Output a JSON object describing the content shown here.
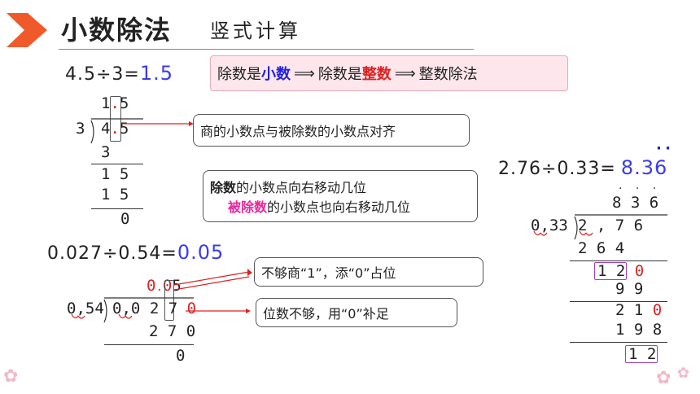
{
  "header": {
    "title": "小数除法",
    "subtitle": "竖式计算"
  },
  "rule_box": {
    "p1": "除数是",
    "p1b": "小数",
    "p2": "除数是",
    "p2b": "整数",
    "p3": "整数除法"
  },
  "ex1": {
    "equation": "4.5÷3=",
    "answer": "1.5",
    "quotient_1": "1",
    "quotient_dot": ".",
    "quotient_2": "5",
    "divisor": "3",
    "dividend_1": "4",
    "dividend_dot": ".",
    "dividend_2": "5",
    "step1": "3",
    "step2": "1 5",
    "step3": "1 5",
    "remainder": "0",
    "note": "商的小数点与被除数的小数点对齐"
  },
  "note2": {
    "line1_b": "除数",
    "line1": "的小数点向右移动几位",
    "line2_b": "被除数",
    "line2": "的小数点也向右移动几位"
  },
  "ex2": {
    "equation": "0.027÷0.54=",
    "answer": "0.05",
    "q_0a": "0",
    "q_0b": "0",
    "q_5": "5",
    "q_dot": ".",
    "divisor_0": "0",
    "divisor_dot": ",",
    "divisor_rest": "54",
    "dividend_a": "0",
    "dividend_dot": ",",
    "dividend_b": "0",
    "dividend_c": "2",
    "dividend_d": "7",
    "dividend_e": "0",
    "step1": "2 7 0",
    "remainder": "0",
    "note_a": "不够商“1”，添“0”占位",
    "note_b": "位数不够，用“0”补足"
  },
  "ex3": {
    "equation": "2.76÷0.33=",
    "answer": "8.36",
    "repeat_dots": "· ·",
    "quotient": "8 3 6",
    "quotient_dots": ". . .",
    "divisor_0": "0",
    "divisor_dot": ",",
    "divisor_rest": "33",
    "dividend": "2 , 7 6",
    "s1": "2 6 4",
    "s2a": "1 2",
    "s2b": "0",
    "s3": "9 9",
    "s4a": "2 1",
    "s4b": "0",
    "s5": "1 9 8",
    "s6": "1 2"
  }
}
